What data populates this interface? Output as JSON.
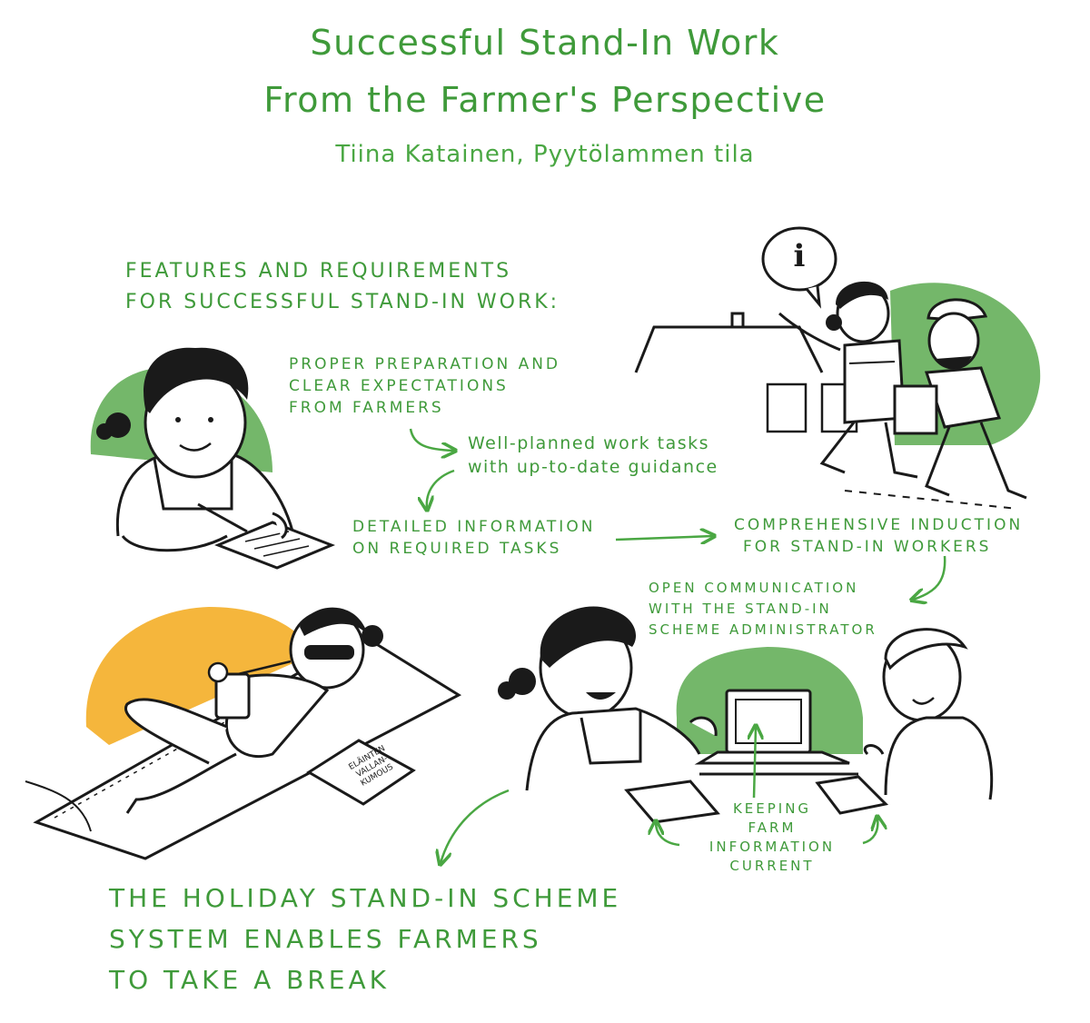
{
  "header": {
    "title_line1": "Successful Stand-In Work",
    "title_line2": "From the Farmer's Perspective",
    "author": "Tiina Katainen,  Pyytölammen tila"
  },
  "features_heading": [
    "FEATURES AND REQUIREMENTS",
    "FOR SUCCESSFUL STAND-IN WORK:"
  ],
  "steps": {
    "preparation": [
      "PROPER PREPARATION AND",
      "CLEAR EXPECTATIONS",
      "FROM FARMERS"
    ],
    "tasks": [
      "Well-planned work tasks",
      "with up-to-date guidance"
    ],
    "detailed": [
      "DETAILED INFORMATION",
      "ON REQUIRED TASKS"
    ],
    "induction": [
      "COMPREHENSIVE INDUCTION",
      "FOR STAND-IN WORKERS"
    ],
    "communication": [
      "OPEN COMMUNICATION",
      "WITH THE STAND-IN",
      "SCHEME ADMINISTRATOR"
    ],
    "keeping": [
      "KEEPING",
      "FARM",
      "INFORMATION",
      "CURRENT"
    ]
  },
  "conclusion": [
    "THE HOLIDAY STAND-IN SCHEME",
    "SYSTEM ENABLES FARMERS",
    "TO TAKE A BREAK"
  ],
  "info_bubble": "i",
  "book_title": [
    "ELÄINTEN",
    "VALLAN-",
    "KUMOUS"
  ],
  "colors": {
    "green_text": "#3f9a3a",
    "green_fill": "#74b76a",
    "sun_orange": "#f5b63c",
    "ink": "#1a1a1a"
  }
}
